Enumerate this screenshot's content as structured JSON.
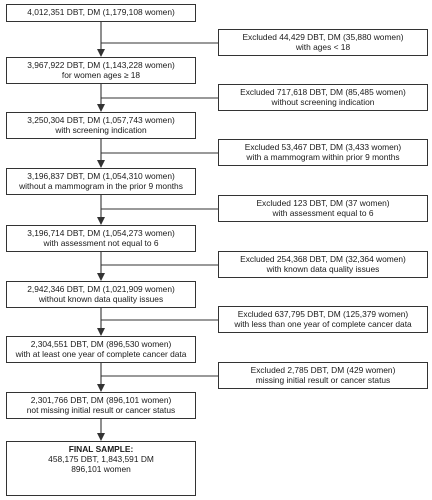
{
  "flow_steps": [
    {
      "lines": [
        "4,012,351 DBT, DM (1,179,108 women)"
      ]
    },
    {
      "lines": [
        "3,967,922 DBT, DM (1,143,228 women)",
        "for women ages ≥ 18"
      ]
    },
    {
      "lines": [
        "3,250,304 DBT, DM (1,057,743 women)",
        "with screening indication"
      ]
    },
    {
      "lines": [
        "3,196,837 DBT, DM (1,054,310 women)",
        "without a mammogram in the prior 9 months"
      ]
    },
    {
      "lines": [
        "3,196,714 DBT, DM (1,054,273 women)",
        "with assessment not equal to 6"
      ]
    },
    {
      "lines": [
        "2,942,346 DBT, DM (1,021,909 women)",
        "without known data quality issues"
      ]
    },
    {
      "lines": [
        "2,304,551 DBT, DM (896,530 women)",
        "with at least one year of complete cancer data"
      ]
    },
    {
      "lines": [
        "2,301,766 DBT, DM (896,101 women)",
        "not missing initial result or cancer status"
      ]
    }
  ],
  "exclusions": [
    {
      "lines": [
        "Excluded 44,429 DBT, DM (35,880 women)",
        "with ages < 18"
      ]
    },
    {
      "lines": [
        "Excluded 717,618 DBT, DM (85,485 women)",
        "without screening indication"
      ]
    },
    {
      "lines": [
        "Excluded 53,467 DBT, DM (3,433 women)",
        "with a mammogram within prior 9 months"
      ]
    },
    {
      "lines": [
        "Excluded 123 DBT, DM (37 women)",
        "with assessment equal to 6"
      ]
    },
    {
      "lines": [
        "Excluded 254,368 DBT, DM (32,364 women)",
        "with known data quality issues"
      ]
    },
    {
      "lines": [
        "Excluded 637,795 DBT, DM (125,379 women)",
        "with less than one year of complete cancer data"
      ]
    },
    {
      "lines": [
        "Excluded 2,785 DBT, DM (429 women)",
        "missing initial result or cancer status"
      ]
    }
  ],
  "final": {
    "lines": [
      "FINAL SAMPLE:",
      "458,175 DBT, 1,843,591 DM",
      "896,101 women"
    ]
  },
  "colors": {
    "border": "#333333",
    "connector": "#333333",
    "background": "#ffffff"
  }
}
